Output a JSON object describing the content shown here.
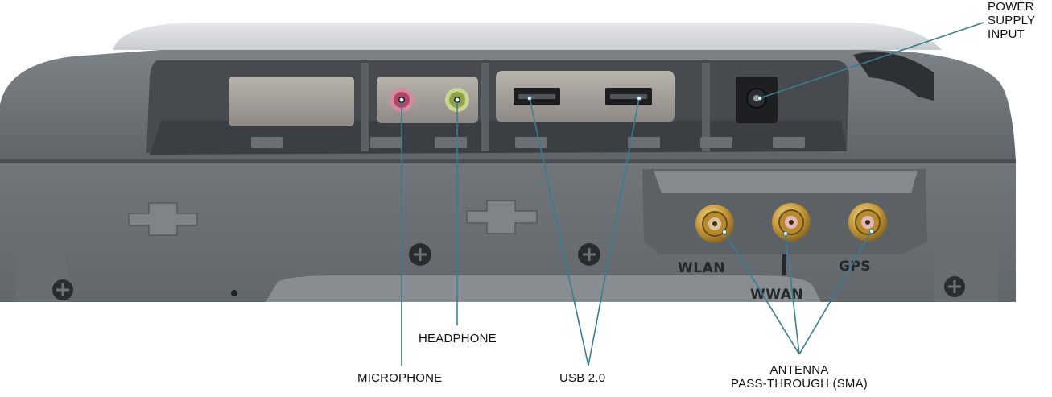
{
  "device": {
    "name": "rugged tablet bottom edge",
    "body_color": "#6f7479",
    "shadow_color": "#50555a",
    "recess_color": "#3f4347",
    "connector_gold": "#c79a3c",
    "leader_line_color": "#3a7c91"
  },
  "port_markings": {
    "wlan": "WLAN",
    "wwan": "WWAN",
    "gps": "GPS"
  },
  "callouts": {
    "power_supply_input": {
      "line1": "POWER",
      "line2": "SUPPLY",
      "line3": "INPUT"
    },
    "headphone": "HEADPHONE",
    "microphone": "MICROPHONE",
    "usb": "USB 2.0",
    "antenna": {
      "line1": "ANTENNA",
      "line2": "PASS-THROUGH (SMA)"
    }
  },
  "icons": {
    "audio_jacks": [
      "microphone-jack-icon",
      "headphone-jack-icon"
    ],
    "usb_ports": [
      "usb-port-icon",
      "usb-port-icon"
    ],
    "sma_connectors": [
      "sma-connector-icon",
      "sma-connector-icon",
      "sma-connector-icon"
    ],
    "screws": [
      "screw-icon",
      "screw-icon",
      "screw-icon",
      "screw-icon",
      "screw-icon"
    ]
  }
}
